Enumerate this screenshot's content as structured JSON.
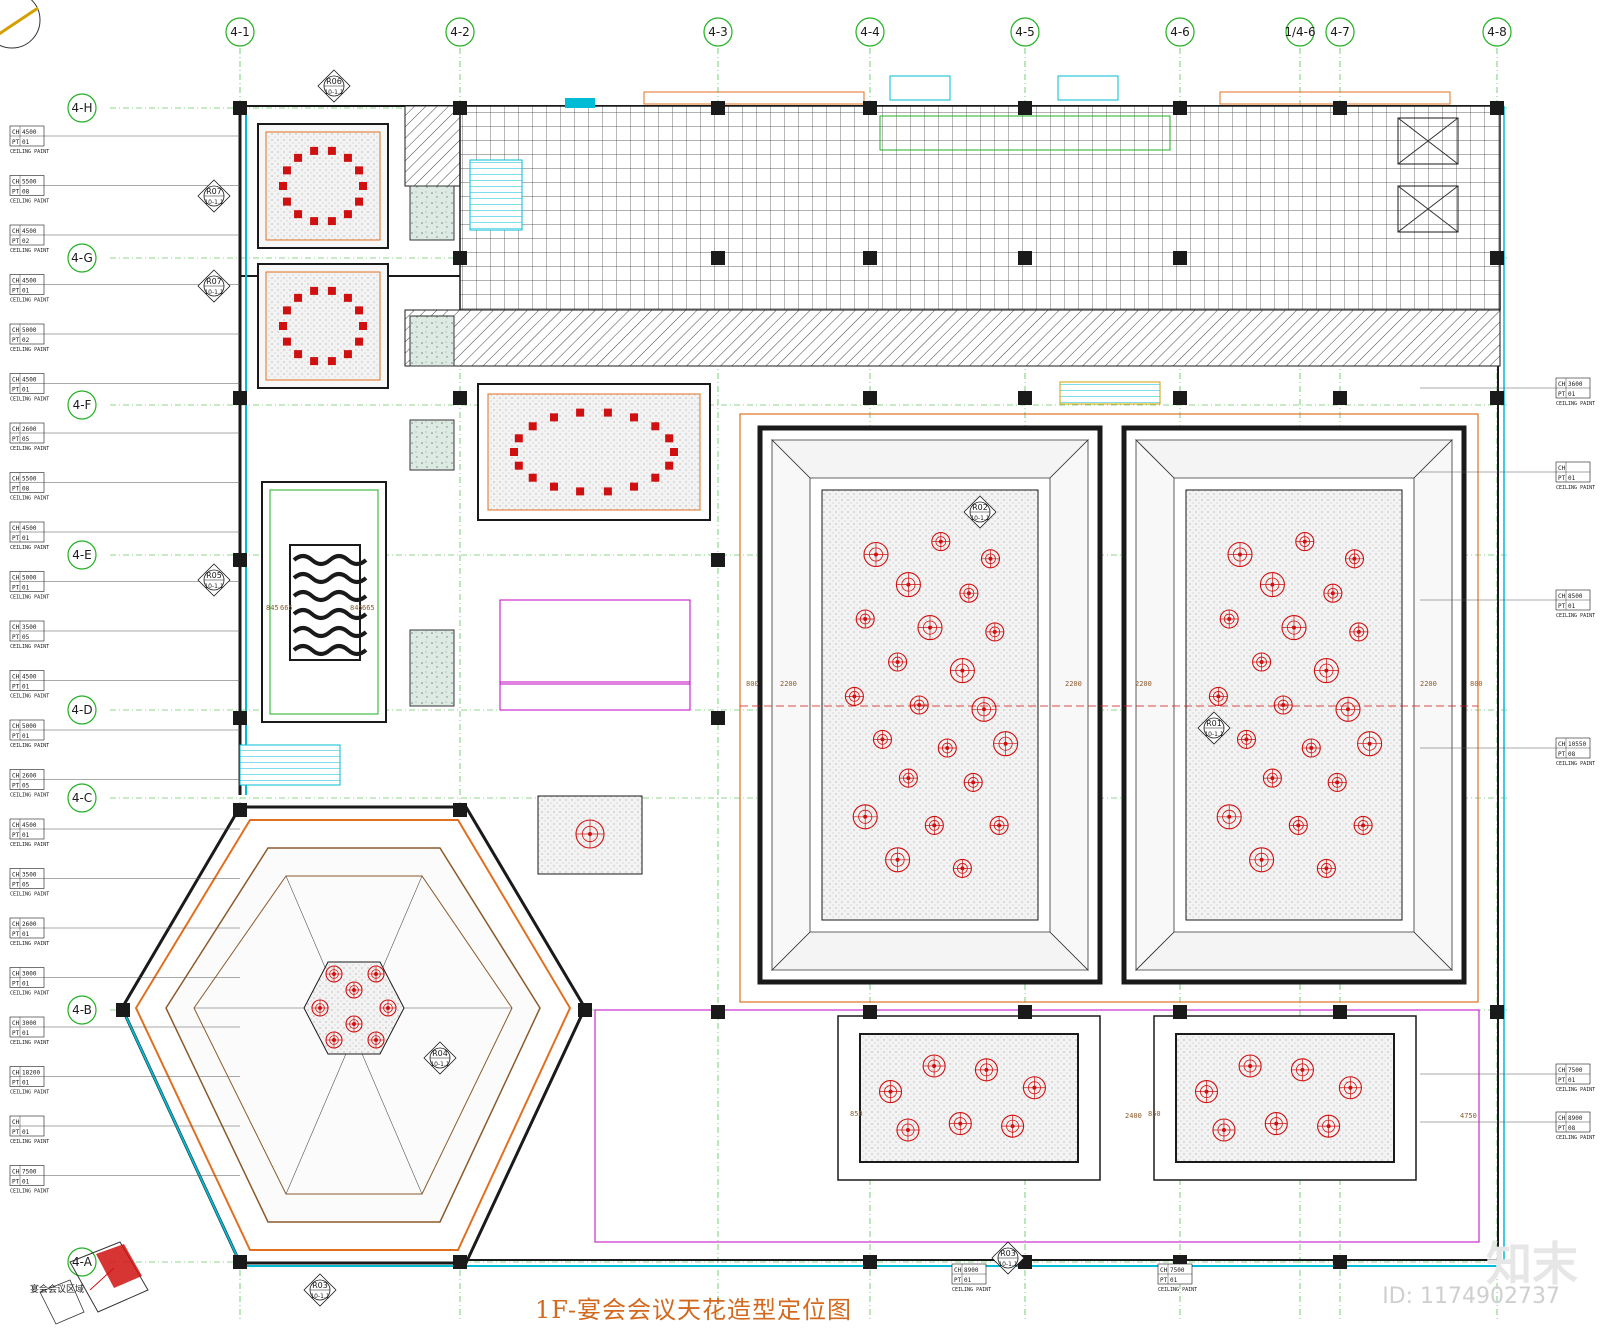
{
  "title": "1F-宴会会议天花造型定位图",
  "legend_label": "宴会会议区域",
  "watermark_logo": "知末",
  "image_id": "ID: 1174902737",
  "grid_top": [
    "4-1",
    "4-2",
    "4-3",
    "4-4",
    "4-5",
    "4-6",
    "4-6a",
    "4-7",
    "4-8"
  ],
  "grid_top_display": [
    "4-1",
    "4-2",
    "4-3",
    "4-4",
    "4-5",
    "4-6",
    "1/4-6",
    "4-7",
    "4-8"
  ],
  "grid_left": [
    "4-H",
    "4-G",
    "4-F",
    "4-E",
    "4-D",
    "4-C",
    "4-B",
    "4-A"
  ],
  "left_tags": [
    {
      "ch": "4500",
      "pt": "01"
    },
    {
      "ch": "5500",
      "pt": "08"
    },
    {
      "ch": "4500",
      "pt": "02"
    },
    {
      "ch": "4500",
      "pt": "01"
    },
    {
      "ch": "5000",
      "pt": "02"
    },
    {
      "ch": "4500",
      "pt": "01"
    },
    {
      "ch": "2600",
      "pt": "05"
    },
    {
      "ch": "5500",
      "pt": "08"
    },
    {
      "ch": "4500",
      "pt": "01"
    },
    {
      "ch": "5000",
      "pt": "01"
    },
    {
      "ch": "3500",
      "pt": "05"
    },
    {
      "ch": "4500",
      "pt": "01"
    },
    {
      "ch": "5000",
      "pt": "01"
    },
    {
      "ch": "2600",
      "pt": "05"
    },
    {
      "ch": "4500",
      "pt": "01"
    },
    {
      "ch": "3500",
      "pt": "05"
    },
    {
      "ch": "2600",
      "pt": "01"
    },
    {
      "ch": "3000",
      "pt": "01"
    },
    {
      "ch": "3000",
      "pt": "01"
    },
    {
      "ch": "18200",
      "pt": "01"
    },
    {
      "ch": "",
      "pt": "01"
    },
    {
      "ch": "7500",
      "pt": "01"
    }
  ],
  "right_tags": [
    {
      "ch": "3600",
      "pt": "01"
    },
    {
      "ch": "",
      "pt": "01"
    },
    {
      "ch": "8500",
      "pt": "01"
    },
    {
      "ch": "10550",
      "pt": "08"
    },
    {
      "ch": "7500",
      "pt": "01"
    },
    {
      "ch": "8900",
      "pt": "08"
    }
  ],
  "bottom_tags": [
    {
      "ch": "8900",
      "pt": "01"
    },
    {
      "ch": "7500",
      "pt": "01"
    }
  ],
  "tag_footer": "CEILING PAINT",
  "ch_prefix": "CH",
  "pt_prefix": "PT",
  "section_marks": [
    {
      "id": "R06",
      "sheet": "10-1.1"
    },
    {
      "id": "R07",
      "sheet": "10-1.1"
    },
    {
      "id": "R07",
      "sheet": "10-1.1"
    },
    {
      "id": "R05",
      "sheet": "10-1.1"
    },
    {
      "id": "R02",
      "sheet": "10-1.1"
    },
    {
      "id": "R01",
      "sheet": "10-1.1"
    },
    {
      "id": "R04",
      "sheet": "10-1.1"
    },
    {
      "id": "R03",
      "sheet": "10-1.1"
    },
    {
      "id": "R03",
      "sheet": "10-1.1"
    }
  ],
  "dims": [
    "2200",
    "2200",
    "2200",
    "2200",
    "800",
    "800",
    "850",
    "850",
    "2400",
    "4750",
    "845",
    "845",
    "665",
    "665"
  ],
  "colors": {
    "linework": "#1a1a1a",
    "magenta": "#c000c0",
    "cyan": "#00bcd4",
    "orange": "#e07020",
    "red": "#d01010",
    "green": "#20b020",
    "title": "#d2691e"
  }
}
